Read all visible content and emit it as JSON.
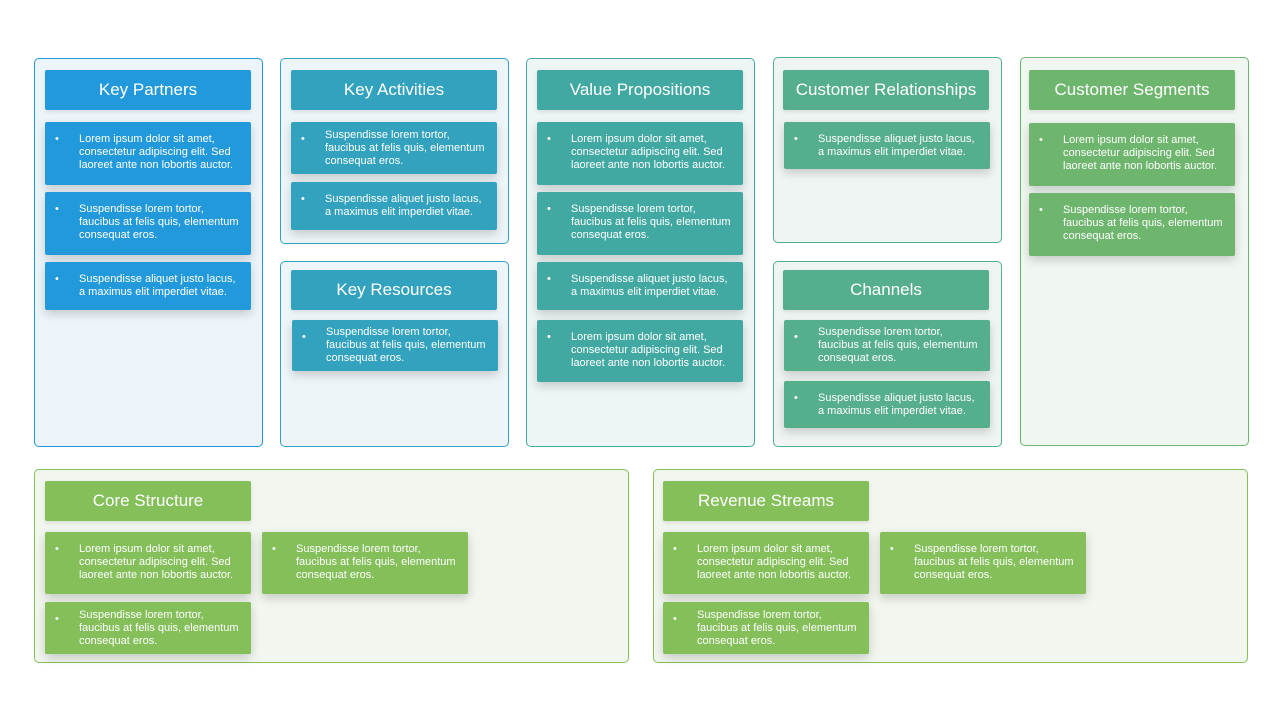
{
  "colors": {
    "blue": "#2299DA",
    "teal_blue": "#33A2BF",
    "teal": "#42A9A2",
    "sea_green": "#55AE8C",
    "green": "#6EB66E",
    "lime_green": "#84BF5A"
  },
  "sections": {
    "key_partners": {
      "title": "Key Partners",
      "items": [
        "Lorem ipsum dolor sit amet, consectetur adipiscing elit. Sed laoreet ante non lobortis auctor.",
        "Suspendisse lorem tortor, faucibus at felis quis, elementum consequat eros.",
        "Suspendisse aliquet justo lacus, a maximus elit imperdiet vitae."
      ]
    },
    "key_activities": {
      "title": "Key Activities",
      "items": [
        "Suspendisse lorem tortor, faucibus at felis quis, elementum consequat eros.",
        "Suspendisse aliquet justo lacus, a maximus elit imperdiet vitae."
      ]
    },
    "key_resources": {
      "title": "Key Resources",
      "items": [
        "Suspendisse lorem tortor, faucibus at felis quis, elementum consequat eros."
      ]
    },
    "value_propositions": {
      "title": "Value Propositions",
      "items": [
        "Lorem ipsum dolor sit amet, consectetur adipiscing elit. Sed laoreet ante non lobortis auctor.",
        "Suspendisse lorem tortor, faucibus at felis quis, elementum consequat eros.",
        "Suspendisse aliquet justo lacus, a maximus elit imperdiet vitae.",
        "Lorem ipsum dolor sit amet, consectetur adipiscing elit. Sed laoreet ante non lobortis auctor."
      ]
    },
    "customer_relationships": {
      "title": "Customer Relationships",
      "items": [
        "Suspendisse aliquet justo lacus, a maximus elit imperdiet vitae."
      ]
    },
    "channels": {
      "title": "Channels",
      "items": [
        "Suspendisse lorem tortor, faucibus at felis quis, elementum consequat eros.",
        "Suspendisse aliquet justo lacus, a maximus elit imperdiet vitae."
      ]
    },
    "customer_segments": {
      "title": "Customer Segments",
      "items": [
        "Lorem ipsum dolor sit amet, consectetur adipiscing elit. Sed laoreet ante non lobortis auctor.",
        "Suspendisse lorem tortor, faucibus at felis quis, elementum consequat eros."
      ]
    },
    "core_structure": {
      "title": "Core Structure",
      "items": [
        "Lorem ipsum dolor sit amet, consectetur adipiscing elit. Sed laoreet ante non lobortis auctor.",
        "Suspendisse lorem tortor, faucibus at felis quis, elementum consequat eros.",
        "Suspendisse lorem tortor, faucibus at felis quis, elementum consequat eros."
      ]
    },
    "revenue_streams": {
      "title": "Revenue Streams",
      "items": [
        "Lorem ipsum dolor sit amet, consectetur adipiscing elit. Sed laoreet ante non lobortis auctor.",
        "Suspendisse lorem tortor, faucibus at felis quis, elementum consequat eros.",
        "Suspendisse lorem tortor, faucibus at felis quis, elementum consequat eros."
      ]
    }
  }
}
